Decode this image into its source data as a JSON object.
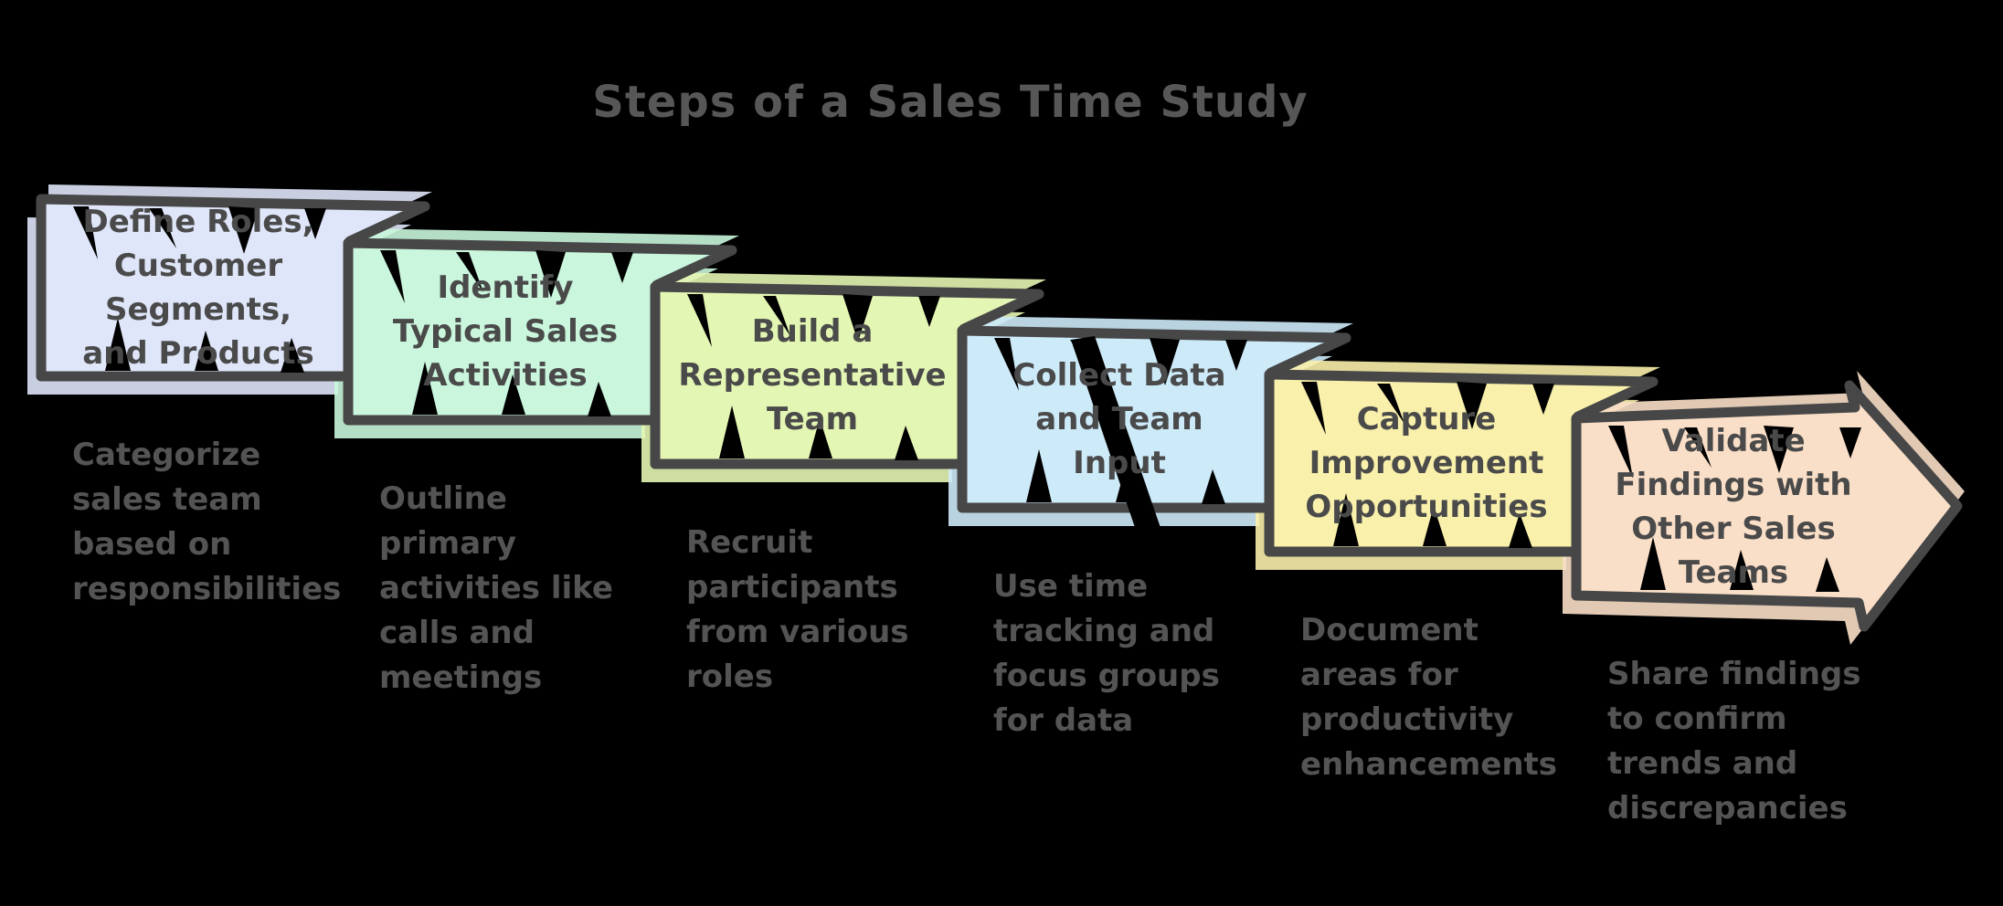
{
  "title": "Steps of a Sales Time Study",
  "colors": {
    "background": "#000000",
    "stroke": "#474747",
    "title_text": "#575757",
    "step_text": "#4a4a4a",
    "desc_text": "#545454"
  },
  "steps": [
    {
      "label": "Define Roles,\nCustomer\nSegments,\nand Products",
      "description": "Categorize\nsales team\nbased on\nresponsibilities",
      "color": "#dfe6f9"
    },
    {
      "label": "Identify\nTypical Sales\nActivities",
      "description": "Outline\nprimary\nactivities like\ncalls and\nmeetings",
      "color": "#c9f6dc"
    },
    {
      "label": "Build a\nRepresentative\nTeam",
      "description": "Recruit\nparticipants\nfrom various\nroles",
      "color": "#e4f6b3"
    },
    {
      "label": "Collect Data\nand Team\nInput",
      "description": "Use time\ntracking and\nfocus groups\nfor data",
      "color": "#cdeaf9"
    },
    {
      "label": "Capture\nImprovement\nOpportunities",
      "description": "Document\nareas for\nproductivity\nenhancements",
      "color": "#f9f0ab"
    },
    {
      "label": "Validate\nFindings with\nOther Sales\nTeams",
      "description": "Share findings\nto confirm\ntrends and\ndiscrepancies",
      "color": "#fadfc8"
    }
  ]
}
